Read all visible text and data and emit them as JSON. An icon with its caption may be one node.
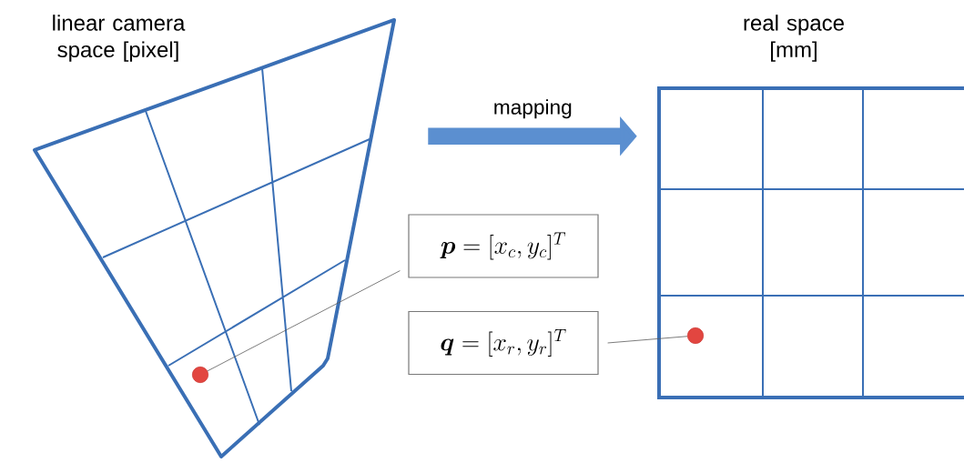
{
  "diagram": {
    "nodes": [
      {
        "text": [
          "linear camera space [pixel]"
        ]
      },
      {
        "text": [
          "real space [mm]"
        ]
      },
      {
        "text": [
          "\\boldsymbol{p} = [x_c, y_c]^T"
        ]
      },
      {
        "text": [
          "\\boldsymbol{q} = [x_r, y_r]^T"
        ]
      },
      {
        "text": [],
        "shape": "circle",
        "in": 0
      },
      {
        "text": [],
        "shape": "circle",
        "in": 1
      }
    ],
    "edges": [
      {
        "from": 0,
        "to": 1,
        "arrow": "to",
        "label": "mapping",
        "style": "thick",
        "color": "#5b8fd0"
      },
      {
        "from": 2,
        "to": 4,
        "arrow": "none"
      },
      {
        "from": 3,
        "to": 5,
        "arrow": "none"
      }
    ]
  }
}
